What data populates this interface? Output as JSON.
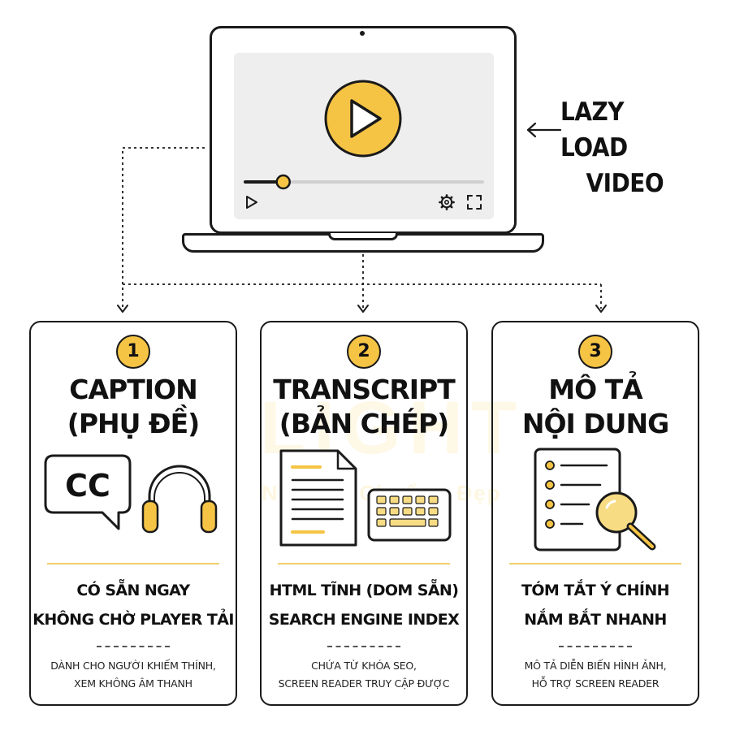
{
  "colors": {
    "accent": "#f6c445",
    "accent_light": "#f8dc84",
    "outline": "#1a1a1a",
    "screen_bg": "#eeeeee"
  },
  "video": {
    "label_line1": "LAZY LOAD",
    "label_line2": "VIDEO",
    "progress": 0.16,
    "icons": [
      "play-icon",
      "play-small-icon",
      "settings-icon",
      "fullscreen-icon"
    ]
  },
  "watermark": {
    "word": "LIGHT",
    "tagline": "Nhanh · Chuẩn · Đẹp"
  },
  "cards": [
    {
      "number": "1",
      "title_line1": "CAPTION",
      "title_line2": "(PHỤ ĐỀ)",
      "icon_text": "CC",
      "icons": [
        "cc-speech-bubble-icon",
        "headphones-icon"
      ],
      "sub_line1": "CÓ SẴN NGAY",
      "sub_line2": "KHÔNG CHỜ PLAYER TẢI",
      "note_line1": "DÀNH CHO NGƯỜI KHIẾM THÍNH,",
      "note_line2": "XEM KHÔNG ÂM THANH"
    },
    {
      "number": "2",
      "title_line1": "TRANSCRIPT",
      "title_line2": "(BẢN CHÉP)",
      "icons": [
        "document-icon",
        "keyboard-icon"
      ],
      "sub_line1": "HTML TĨNH (DOM SẴN)",
      "sub_line2": "SEARCH ENGINE INDEX",
      "note_line1": "CHỨA TỪ KHÓA SEO,",
      "note_line2": "SCREEN READER TRUY CẬP ĐƯỢC"
    },
    {
      "number": "3",
      "title_line1": "MÔ TẢ",
      "title_line2": "NỘI DUNG",
      "icons": [
        "checklist-document-icon",
        "magnifier-icon"
      ],
      "sub_line1": "TÓM TẮT Ý CHÍNH",
      "sub_line2": "NẮM BẮT NHANH",
      "note_line1": "MÔ TẢ DIỄN BIẾN HÌNH ẢNH,",
      "note_line2": "HỖ TRỢ SCREEN READER"
    }
  ]
}
